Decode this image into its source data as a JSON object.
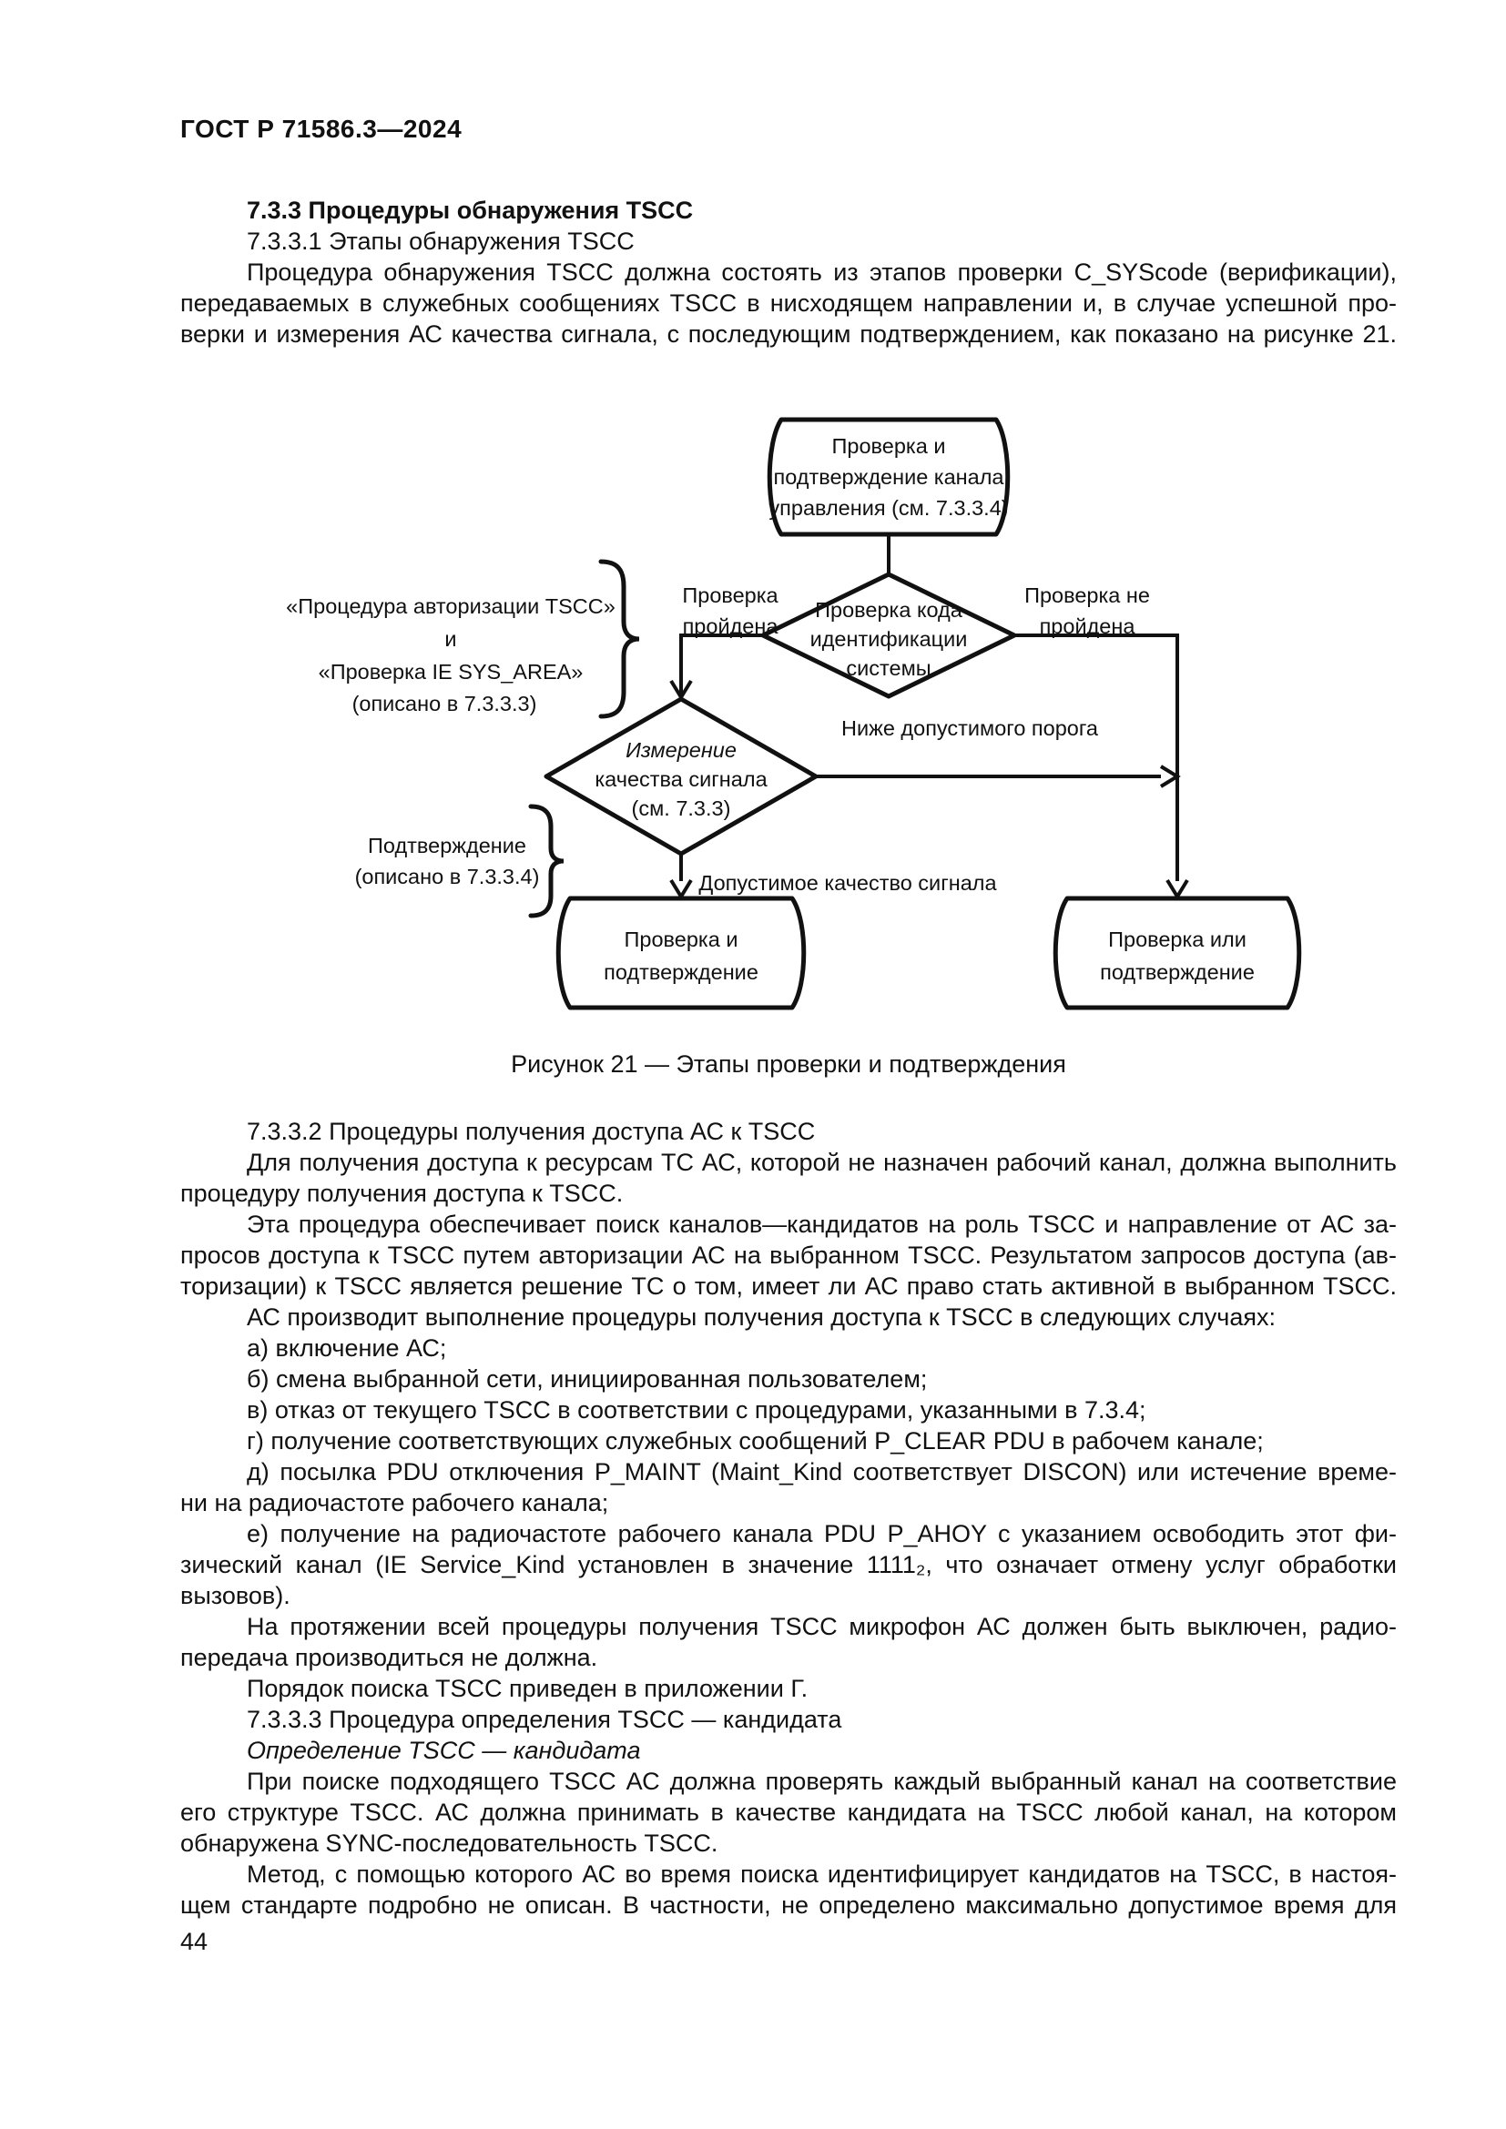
{
  "page": {
    "header": "ГОСТ Р 71586.3—2024",
    "number": "44"
  },
  "intro": {
    "lines": [
      {
        "t": "7.3.3 Процедуры обнаружения TSCC",
        "indent": true,
        "bold": true
      },
      {
        "t": "7.3.3.1 Этапы обнаружения TSCC",
        "indent": true
      },
      {
        "t": "Процедура обнаружения TSCC должна состоять из этапов проверки C_SYScode (верификации),",
        "indent": true,
        "justify": true
      },
      {
        "t": "передаваемых в служебных сообщениях TSCC в нисходящем направлении и, в случае успешной про-",
        "justify": true
      },
      {
        "t": "верки и измерения АС качества сигнала, с последующим подтверждением, как показано на рисунке 21.",
        "justify": true
      }
    ]
  },
  "figure": {
    "caption": "Рисунок 21 — Этапы проверки и подтверждения",
    "flowchart": {
      "top": [
        "Проверка и",
        "подтверждение канала",
        "управления (см. 7.3.3.4)"
      ],
      "d1": [
        "Проверка кода",
        "идентификации",
        "системы"
      ],
      "branch_pass": [
        "Проверка",
        "пройдена"
      ],
      "branch_fail": [
        "Проверка не",
        "пройдена"
      ],
      "left_note1": [
        "«Процедура авторизации ТSCC»",
        "и",
        "«Проверка IE SYS_AREA»",
        "(описано в 7.3.3.3)"
      ],
      "d2": [
        "Измерение",
        "качества сигнала",
        "(см. 7.3.3)"
      ],
      "below_threshold": "Ниже допустимого порога",
      "left_note2": [
        "Подтверждение",
        "(описано в 7.3.3.4)"
      ],
      "ok_quality": "Допустимое качество сигнала",
      "end_left": [
        "Проверка и",
        "подтверждение"
      ],
      "end_right": [
        "Проверка или",
        "подтверждение"
      ]
    }
  },
  "body": {
    "lines": [
      {
        "t": "7.3.3.2 Процедуры получения доступа АС к TSCC",
        "indent": true
      },
      {
        "t": "Для получения доступа к ресурсам ТС АС, которой не назначен рабочий канал, должна выполнить",
        "indent": true,
        "justify": true
      },
      {
        "t": "процедуру получения доступа к TSCC."
      },
      {
        "t": "Эта процедура обеспечивает поиск каналов—кандидатов на роль TSCC и направление от АС за-",
        "indent": true,
        "justify": true
      },
      {
        "t": "просов доступа к TSCC путем авторизации АС на выбранном TSCC. Результатом запросов доступа (ав-",
        "justify": true
      },
      {
        "t": "торизации) к TSCC является решение ТС о том, имеет ли АС право стать активной в выбранном TSCC.",
        "justify": true
      },
      {
        "t": "АС производит выполнение процедуры получения доступа к TSCC в следующих случаях:",
        "indent": true
      },
      {
        "t": "а) включение АС;",
        "indent": true
      },
      {
        "t": "б) смена выбранной сети, инициированная пользователем;",
        "indent": true
      },
      {
        "t": "в) отказ от текущего TSCC в соответствии с процедурами, указанными в 7.3.4;",
        "indent": true
      },
      {
        "t": "г) получение соответствующих служебных сообщений P_CLEAR PDU в рабочем канале;",
        "indent": true
      },
      {
        "t": "д) посылка PDU отключения P_MAINT (Maint_Kind соответствует DISCON) или истечение време-",
        "indent": true,
        "justify": true
      },
      {
        "t": "ни на радиочастоте рабочего канала;"
      },
      {
        "t": "е) получение на радиочастоте рабочего канала PDU P_AHOY с указанием освободить этот фи-",
        "indent": true,
        "justify": true
      },
      {
        "t": "зический канал (IE Service_Kind установлен в значение 1111₂, что означает отмену услуг обработки",
        "justify": true
      },
      {
        "t": "вызовов)."
      },
      {
        "t": "На протяжении всей процедуры получения TSCC микрофон АС должен быть выключен, радио-",
        "indent": true,
        "justify": true
      },
      {
        "t": "передача производиться не должна."
      },
      {
        "t": "Порядок поиска TSCC приведен в приложении Г.",
        "indent": true
      },
      {
        "t": "7.3.3.3 Процедура определения TSCC — кандидата",
        "indent": true
      },
      {
        "t": "Определение TSCC — кандидата",
        "indent": true,
        "italic": true
      },
      {
        "t": "При поиске подходящего TSCC АС должна проверять каждый выбранный канал на соответствие",
        "indent": true,
        "justify": true
      },
      {
        "t": "его структуре TSCC. АС должна принимать в качестве кандидата на TSCC любой канал, на котором",
        "justify": true
      },
      {
        "t": "обнаружена SYNC-последовательность TSCC."
      },
      {
        "t": "Метод, с помощью которого АС во время поиска идентифицирует кандидатов на TSCC, в настоя-",
        "indent": true,
        "justify": true
      },
      {
        "t": "щем стандарте подробно не описан. В частности, не определено максимально допустимое время для",
        "justify": true
      }
    ]
  }
}
